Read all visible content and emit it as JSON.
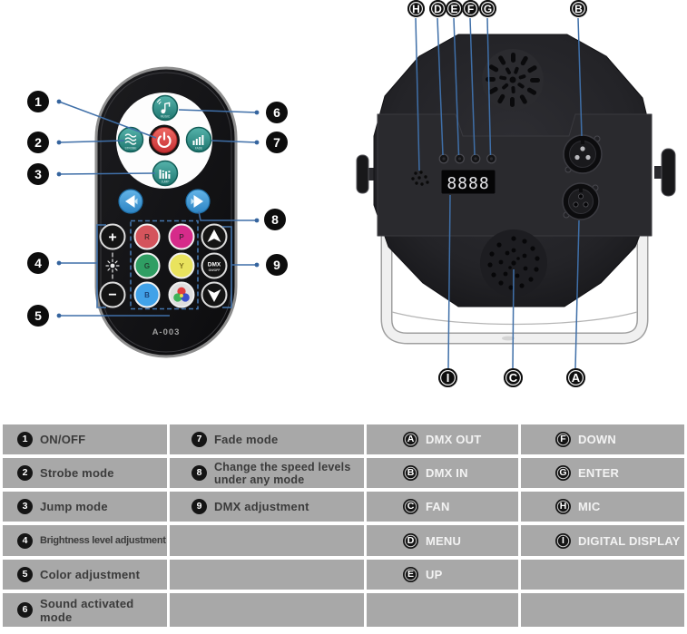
{
  "colors": {
    "callout_line": "#3f6fa8",
    "teal_button": "#2f958c",
    "power_red": "#dd4b4b",
    "table_row_bg": "#a8a8a8"
  },
  "remote": {
    "model_label": "A-003",
    "mode_buttons": {
      "music": "MUSIC",
      "strobe": "STROBE",
      "fade": "FADE",
      "jump": "JUMP"
    },
    "color_buttons": {
      "r": "R",
      "p": "P",
      "g": "G",
      "y": "Y",
      "b": "B"
    },
    "plus": "+",
    "minus": "−",
    "dmx": "DMX",
    "dmx_sub": "ON/OFF"
  },
  "fixture": {
    "display_value": "8888"
  },
  "callouts": {
    "remote": [
      {
        "label": "1"
      },
      {
        "label": "2"
      },
      {
        "label": "3"
      },
      {
        "label": "4"
      },
      {
        "label": "5"
      },
      {
        "label": "6"
      },
      {
        "label": "7"
      },
      {
        "label": "8"
      },
      {
        "label": "9"
      }
    ],
    "fixture_top": [
      {
        "label": "H"
      },
      {
        "label": "D"
      },
      {
        "label": "E"
      },
      {
        "label": "F"
      },
      {
        "label": "G"
      },
      {
        "label": "B"
      }
    ],
    "fixture_bottom": [
      {
        "label": "I"
      },
      {
        "label": "C"
      },
      {
        "label": "A"
      }
    ]
  },
  "legend": {
    "col1": [
      {
        "badge": "1",
        "label": "ON/OFF"
      },
      {
        "badge": "2",
        "label": "Strobe mode"
      },
      {
        "badge": "3",
        "label": "Jump mode"
      },
      {
        "badge": "4",
        "label": "Brightness level adjustment"
      },
      {
        "badge": "5",
        "label": "Color adjustment"
      },
      {
        "badge": "6",
        "label": "Sound activated mode"
      }
    ],
    "col2": [
      {
        "badge": "7",
        "label": "Fade mode"
      },
      {
        "badge": "8",
        "label": "Change the speed levels under any mode"
      },
      {
        "badge": "9",
        "label": "DMX adjustment"
      }
    ],
    "col3": [
      {
        "badge": "A",
        "label": "DMX OUT"
      },
      {
        "badge": "B",
        "label": "DMX IN"
      },
      {
        "badge": "C",
        "label": "FAN"
      },
      {
        "badge": "D",
        "label": "MENU"
      },
      {
        "badge": "E",
        "label": "UP"
      }
    ],
    "col4": [
      {
        "badge": "F",
        "label": "DOWN"
      },
      {
        "badge": "G",
        "label": "ENTER"
      },
      {
        "badge": "H",
        "label": "MIC"
      },
      {
        "badge": "I",
        "label": "DIGITAL DISPLAY"
      }
    ]
  }
}
